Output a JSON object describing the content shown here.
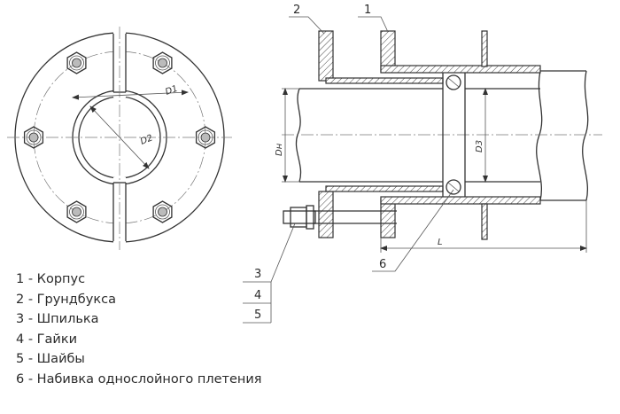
{
  "labels": {
    "dimensions": {
      "d1": "D1",
      "d2": "D2",
      "dh": "Dн",
      "d3": "D3",
      "l": "L"
    },
    "callouts": [
      "1",
      "2",
      "3",
      "4",
      "5",
      "6"
    ]
  },
  "legend": [
    "1 - Корпус",
    "2 - Грундбукса",
    "3 - Шпилька",
    "4 - Гайки",
    "5 - Шайбы",
    "6 - Набивка однослойного плетения"
  ]
}
